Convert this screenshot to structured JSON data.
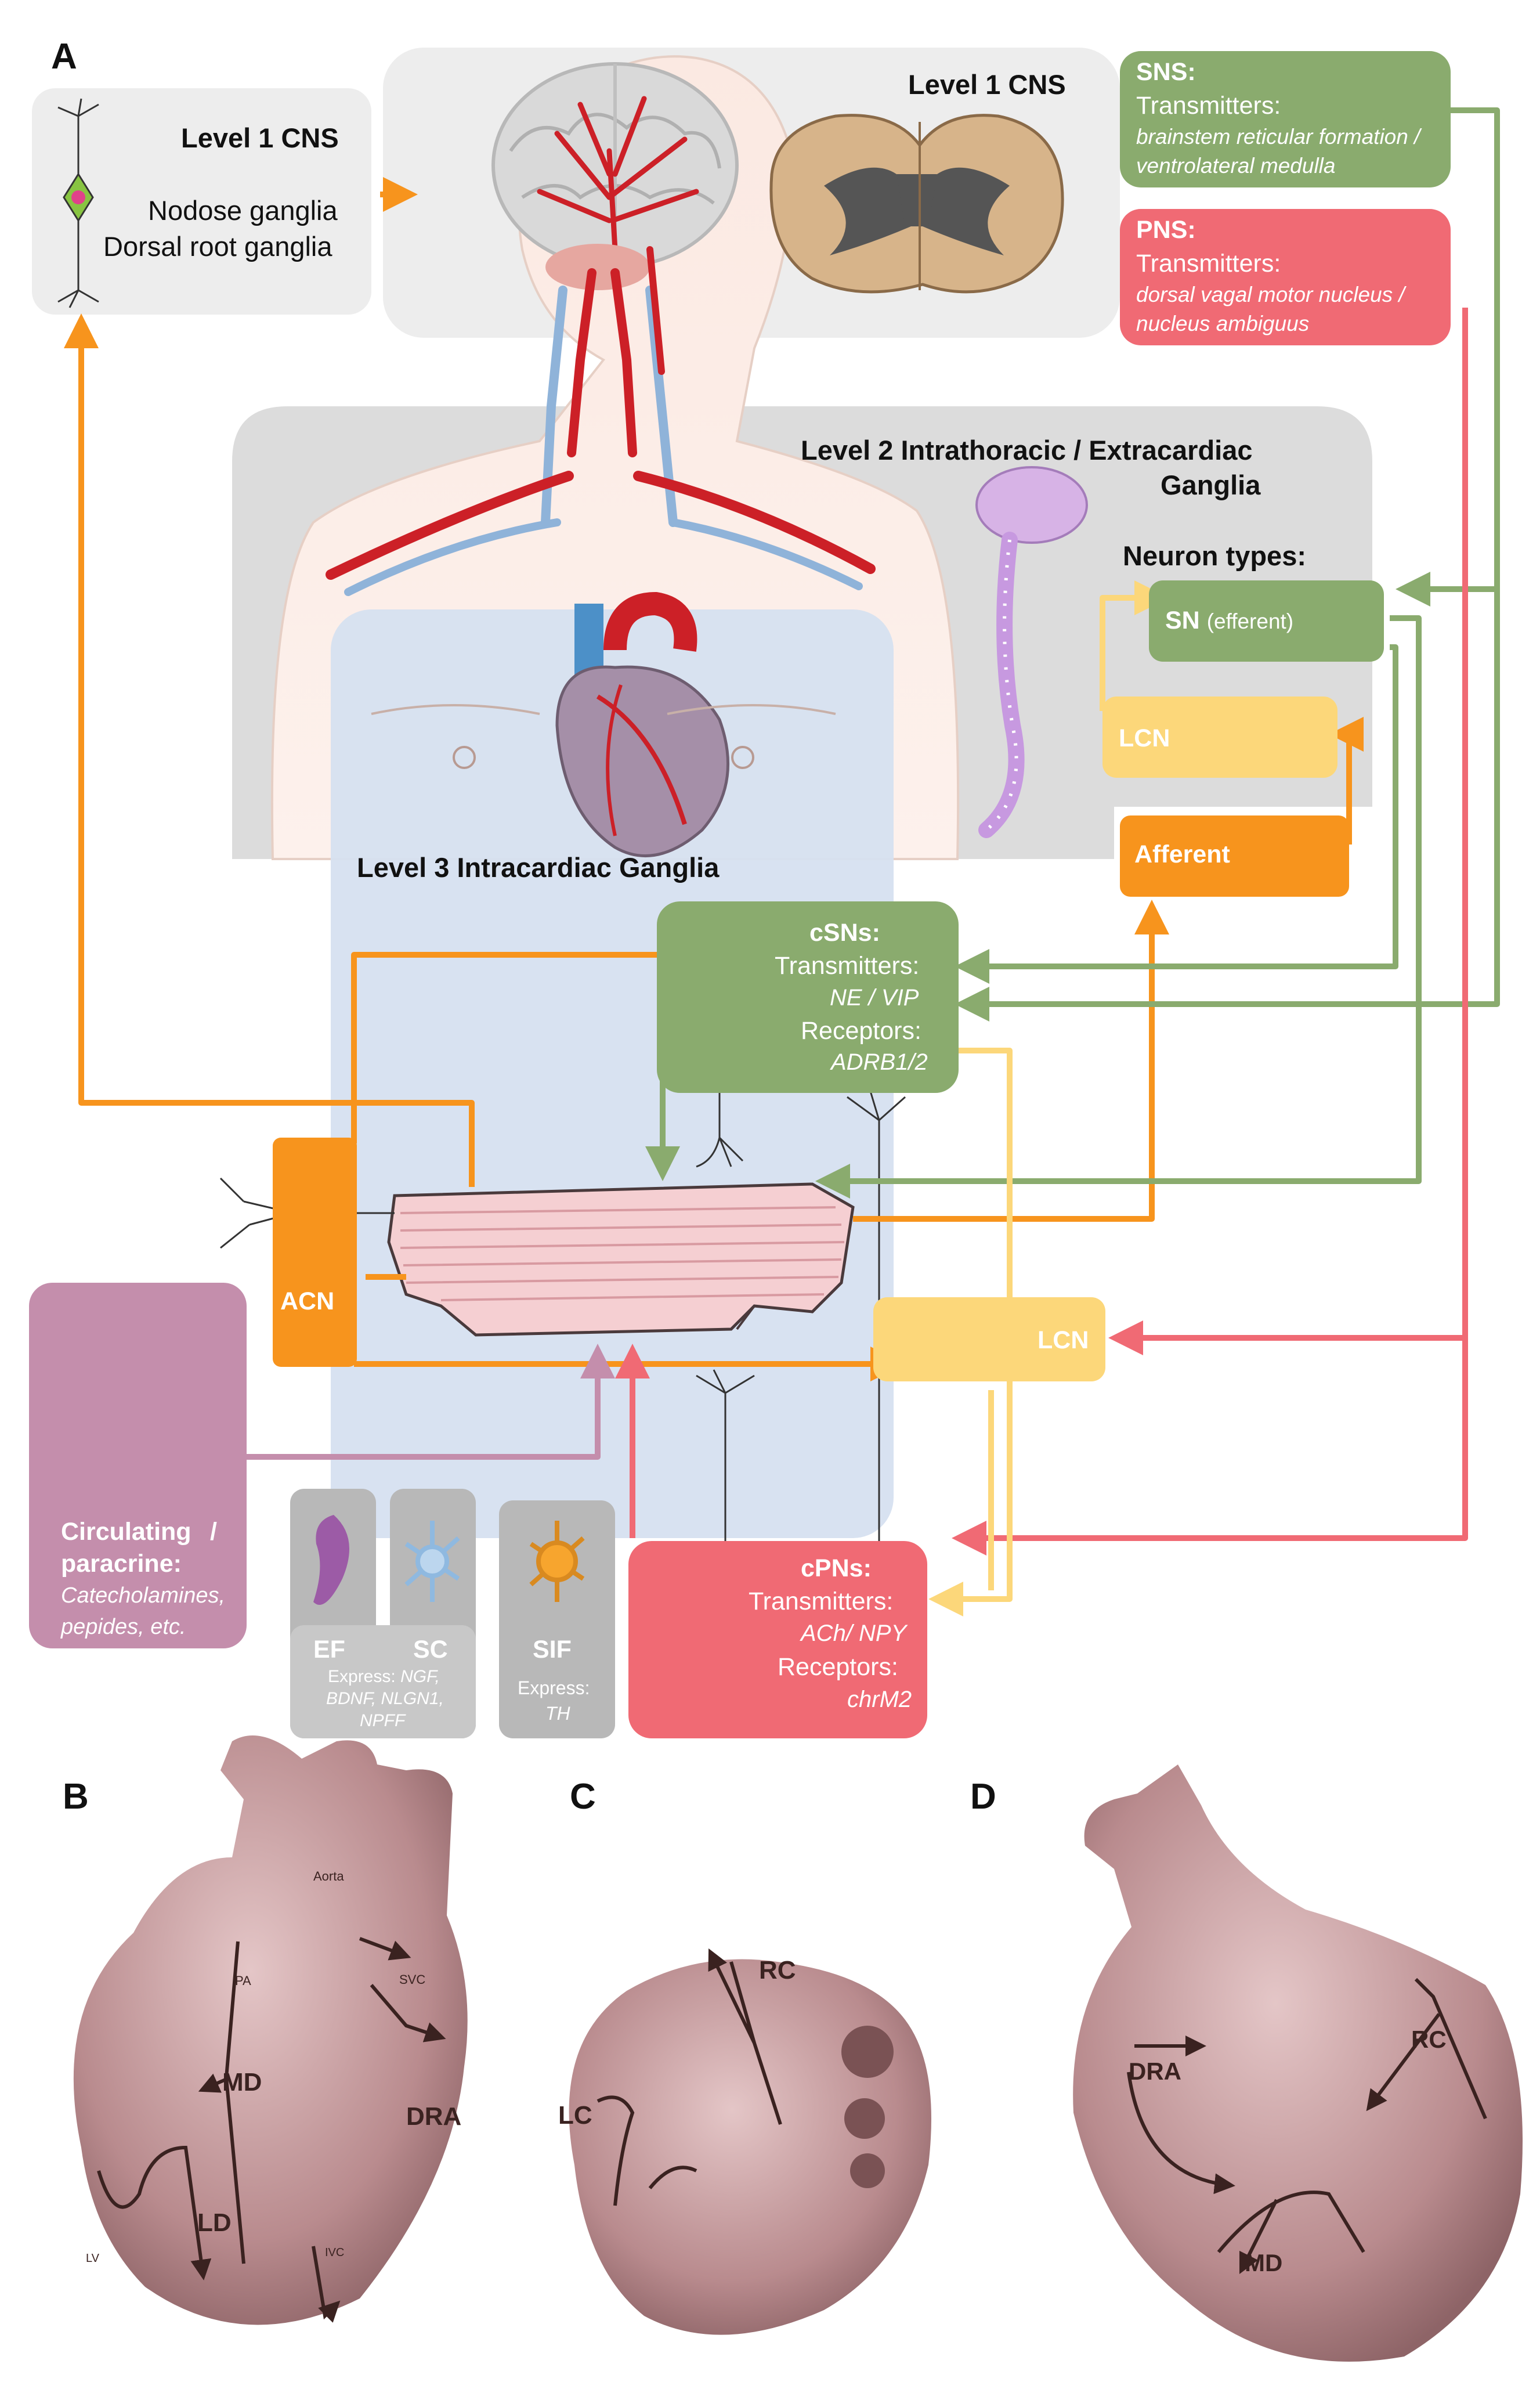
{
  "panels": {
    "A": "A",
    "B": "B",
    "C": "C",
    "D": "D"
  },
  "level1_left": {
    "title": "Level 1 CNS",
    "line1": "Nodose ganglia",
    "line2": "Dorsal root ganglia"
  },
  "level1_right": {
    "title": "Level 1 CNS"
  },
  "sns": {
    "title": "SNS:",
    "label": "Transmitters:",
    "value1": "brainstem reticular formation /",
    "value2": "ventrolateral medulla"
  },
  "pns": {
    "title": "PNS:",
    "label": "Transmitters:",
    "value1": "dorsal vagal motor nucleus /",
    "value2": "nucleus ambiguus"
  },
  "level2": {
    "title1": "Level 2 Intrathoracic / Extracardiac",
    "title2": "Ganglia",
    "neuron_types": "Neuron types:",
    "sn": "SN",
    "sn_suffix": "(efferent)",
    "lcn": "LCN",
    "afferent": "Afferent"
  },
  "level3": {
    "title": "Level 3 Intracardiac Ganglia"
  },
  "csns": {
    "title": "cSNs:",
    "transmitters_label": "Transmitters:",
    "transmitters": "NE / VIP",
    "receptors_label": "Receptors:",
    "receptors": "ADRB1/2"
  },
  "acn": "ACN",
  "lcn_cardiac": "LCN",
  "circulating": {
    "title1": "Circulating",
    "slash": "/",
    "title2": "paracrine:",
    "line1": "Catecholamines,",
    "line2": "pepides, etc."
  },
  "cells": {
    "ef": "EF",
    "sc": "SC",
    "express_label": "Express:",
    "express1": "NGF,",
    "express2": "BDNF, NLGN1,",
    "express3": "NPFF",
    "sif": "SIF",
    "sif_express": "Express:",
    "sif_value": "TH"
  },
  "cpns": {
    "title": "cPNs:",
    "transmitters_label": "Transmitters:",
    "transmitters": "ACh/ NPY",
    "receptors_label": "Receptors:",
    "receptors": "chrM2"
  },
  "heart_b": {
    "aorta": "Aorta",
    "pa": "PA",
    "svc": "SVC",
    "md": "MD",
    "dra": "DRA",
    "ld": "LD",
    "lv": "LV",
    "ivc": "IVC"
  },
  "heart_c": {
    "rc": "RC",
    "lc": "LC"
  },
  "heart_d": {
    "dra": "DRA",
    "rc": "RC",
    "md": "MD"
  },
  "colors": {
    "sns_green": "#8aab6e",
    "pns_red": "#f06a74",
    "orange": "#f7941d",
    "yellow": "#fcd77a",
    "purple": "#c48eac",
    "gray_box": "#ededed",
    "blue_zone": "#d6e0f0",
    "artery": "#cc2027",
    "heart_pink": "#b98b8e"
  },
  "icons": [
    "brain-icon",
    "spinal-cord-section-icon",
    "neuron-icon",
    "heart-icon",
    "kidney-icon",
    "myocyte-icon",
    "fibroblast-icon",
    "schwann-cell-icon",
    "sif-cell-icon",
    "spine-icon"
  ]
}
